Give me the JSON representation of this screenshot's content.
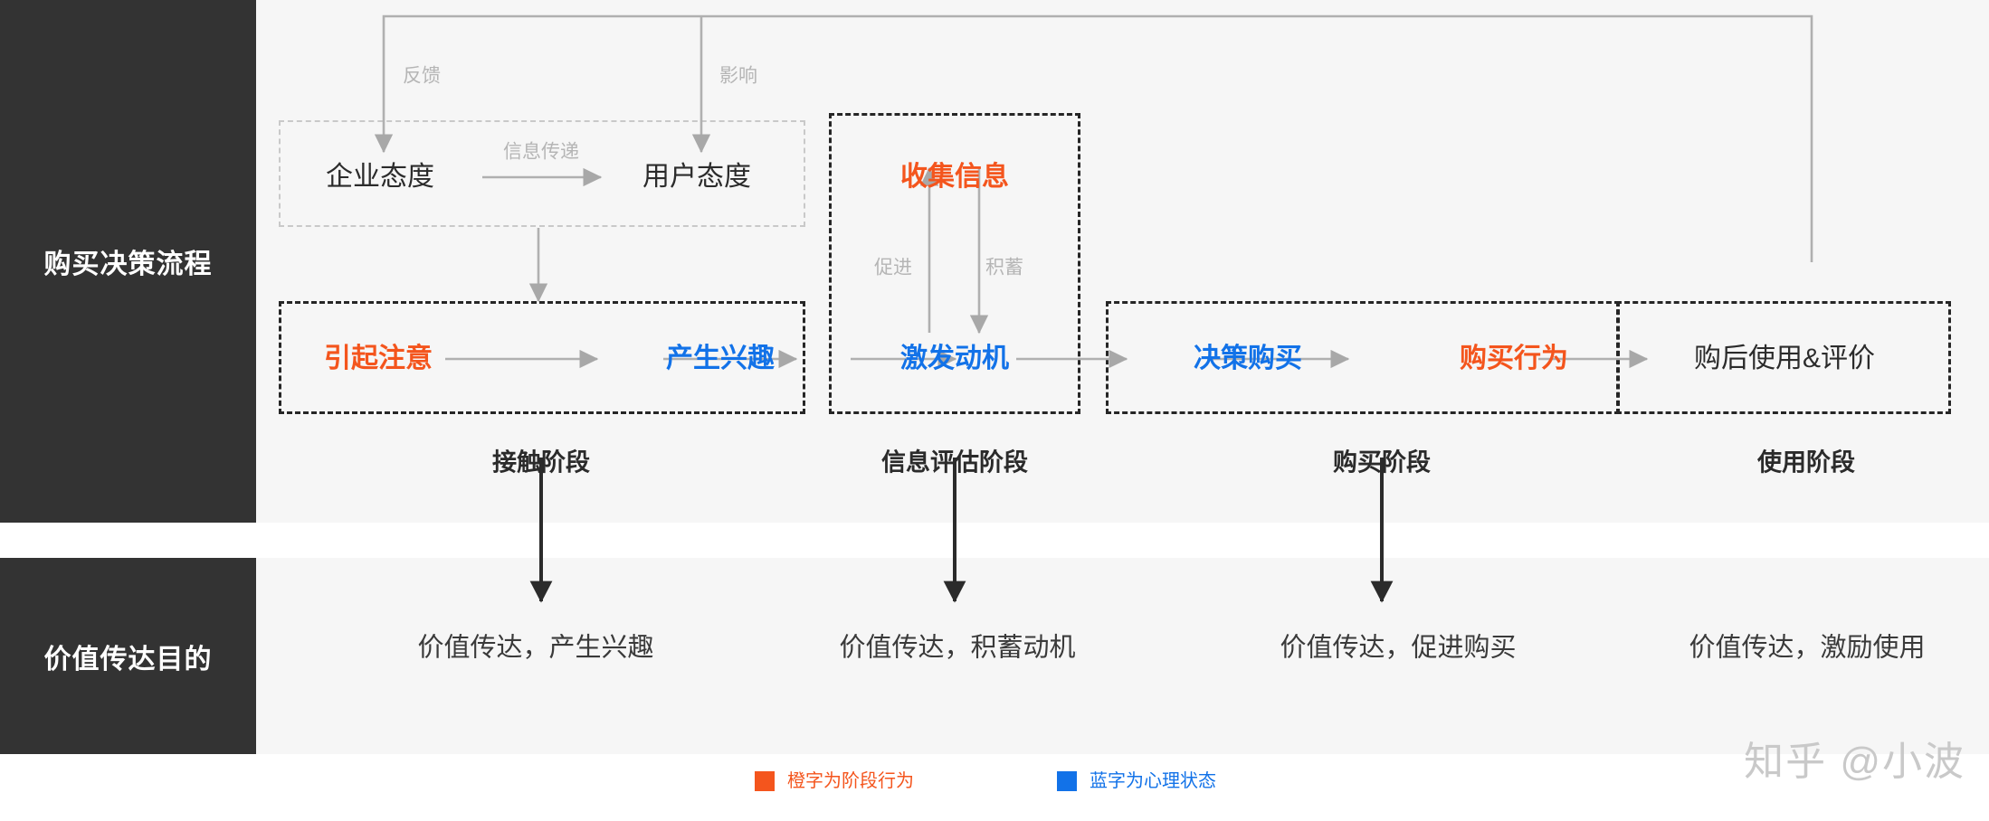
{
  "rows": {
    "process_label": "购买决策流程",
    "purpose_label": "价值传达目的"
  },
  "attitude_group": {
    "enterprise": "企业态度",
    "user": "用户态度",
    "edge_transfer": "信息传递",
    "edge_feedback": "反馈",
    "edge_influence": "影响"
  },
  "info_group": {
    "collect": "收集信息",
    "edge_promote": "促进",
    "edge_accumulate": "积蓄"
  },
  "flow": {
    "n1": "引起注意",
    "n2": "产生兴趣",
    "n3": "激发动机",
    "n4": "决策购买",
    "n5": "购买行为",
    "n6": "购后使用&评价"
  },
  "stages": [
    {
      "label": "接触阶段"
    },
    {
      "label": "信息评估阶段"
    },
    {
      "label": "购买阶段"
    },
    {
      "label": "使用阶段"
    }
  ],
  "purposes": [
    {
      "text": "价值传达，产生兴趣"
    },
    {
      "text": "价值传达，积蓄动机"
    },
    {
      "text": "价值传达，促进购买"
    },
    {
      "text": "价值传达，激励使用"
    }
  ],
  "legend": [
    {
      "label": "橙字为阶段行为",
      "color": "#f4551d"
    },
    {
      "label": "蓝字为心理状态",
      "color": "#1272e8"
    }
  ],
  "watermark": "知乎 @小波",
  "colors": {
    "orange": "#f4551d",
    "blue": "#1272e8",
    "panel": "#333333",
    "band": "#f6f6f6",
    "wire": "#b0b0b0",
    "wire_dark": "#2b2b2b",
    "dash_soft": "#c9c9c9",
    "dash_hard": "#262626"
  }
}
